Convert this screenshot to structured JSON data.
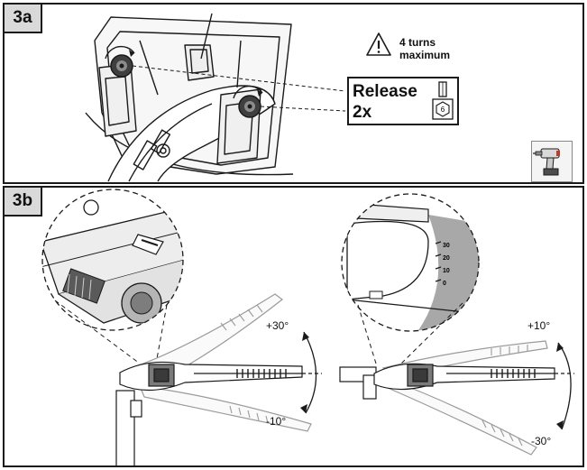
{
  "panel_a": {
    "step": "3a",
    "warning": {
      "icon": "warning-triangle-icon",
      "line1": "4 turns",
      "line2": "maximum"
    },
    "callout": {
      "line1": "Release",
      "line2": "2x",
      "bit_icon": "hex-bit-icon",
      "bit_size": "6"
    },
    "tool_icon": "cordless-drill-icon"
  },
  "panel_b": {
    "step": "3b",
    "left_view": {
      "upper_angle": "+30°",
      "lower_angle": "-10°"
    },
    "right_view": {
      "upper_angle": "+10°",
      "lower_angle": "-30°"
    },
    "scale_labels": [
      "30",
      "20",
      "10",
      "0"
    ],
    "colors": {
      "line": "#1a1a1a",
      "gray": "#8c8c8c",
      "dark_gray": "#4d4d4d",
      "label_bg": "#d9d9d9"
    }
  }
}
